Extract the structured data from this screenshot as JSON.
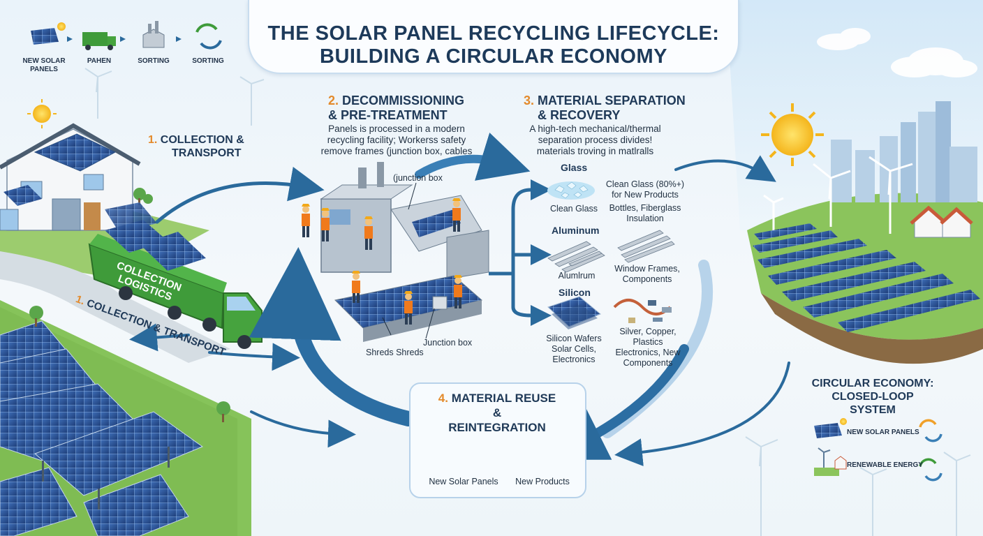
{
  "title": {
    "line1": "THE SOLAR PANEL RECYCLING LIFECYCLE:",
    "line2": "BUILDING A CIRCULAR ECONOMY"
  },
  "top_strip": {
    "items": [
      {
        "label_line1": "NEW SOLAR",
        "label_line2": "PANELS"
      },
      {
        "label_line1": "PAHEN",
        "label_line2": ""
      },
      {
        "label_line1": "SORTING",
        "label_line2": ""
      },
      {
        "label_line1": "SORTING",
        "label_line2": ""
      }
    ]
  },
  "step1": {
    "num": "1.",
    "title_line1": "COLLECTION &",
    "title_line2": "TRANSPORT"
  },
  "truck": {
    "side_text_line1": "COLLECTION",
    "side_text_line2": "LOGISTICS",
    "road_num": "1.",
    "road_text": "COLLECTION & TRANSPORT"
  },
  "step2": {
    "num": "2.",
    "title_line1": "DECOMMISSIONING",
    "title_line2": "& PRE-TREATMENT",
    "desc_line1": "Panels is processed in a modern",
    "desc_line2": "recycling facility; Workerss safety",
    "desc_line3": "remove frames (junction box, cables",
    "callout_junction": "(junction box",
    "callout_shreds": "Shreds Shreds",
    "callout_junction2": "Junction box"
  },
  "step3": {
    "num": "3.",
    "title_line1": "MATERIAL SEPARATION",
    "title_line2": "& RECOVERY",
    "desc_line1": "A high-tech mechanical/thermal",
    "desc_line2": "separation process divides!",
    "desc_line3": "materials troving in matlralls"
  },
  "materials": {
    "glass": {
      "heading": "Glass",
      "item": "Clean Glass",
      "out_line1": "Clean Glass (80%+)",
      "out_line2": "for New Products",
      "out_line3": "Bottles, Fiberglass",
      "out_line4": "Insulation"
    },
    "aluminum": {
      "heading": "Aluminum",
      "item": "Alumlrum",
      "out_line1": "Window Frames,",
      "out_line2": "Components"
    },
    "silicon": {
      "heading": "Silicon",
      "item_line1": "Silicon Wafers",
      "item_line2": "Solar Cells,",
      "item_line3": "Electronics",
      "out_line1": "Silver, Copper,",
      "out_line2": "Plastics",
      "out_line3": "Electronics, New",
      "out_line4": "Components"
    }
  },
  "step4": {
    "num": "4.",
    "title_line1": "MATERIAL REUSE &",
    "title_line2": "REINTEGRATION",
    "item1": "New Solar Panels",
    "item2": "New Products"
  },
  "circular": {
    "title_line1": "CIRCULAR ECONOMY:",
    "title_line2": "CLOSED-LOOP SYSTEM",
    "legend1": "NEW SOLAR PANELS",
    "legend2": "RENEWABLE ENERGY"
  },
  "colors": {
    "navy": "#1d3a5a",
    "orange": "#e38a2b",
    "arrow": "#2a6a9c",
    "grass": "#7cbf4e",
    "truck": "#3f9b3a"
  }
}
